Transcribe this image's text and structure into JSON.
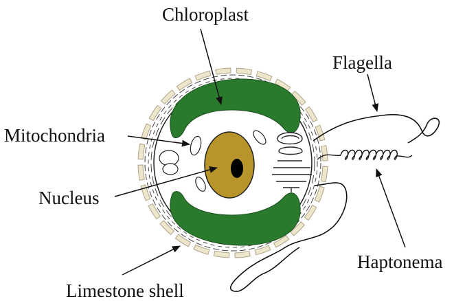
{
  "labels": {
    "chloroplast": "Chloroplast",
    "flagella": "Flagella",
    "mitochondria": "Mitochondria",
    "nucleus": "Nucleus",
    "haptonema": "Haptonema",
    "limestone_shell": "Limestone shell"
  },
  "colors": {
    "chloroplast": "#2a7a2e",
    "nucleus": "#b8952a",
    "nucleolus": "#000000",
    "shell_plate": "#eee6cc",
    "shell_plate_outline": "#b0a487",
    "outline": "#222222"
  }
}
